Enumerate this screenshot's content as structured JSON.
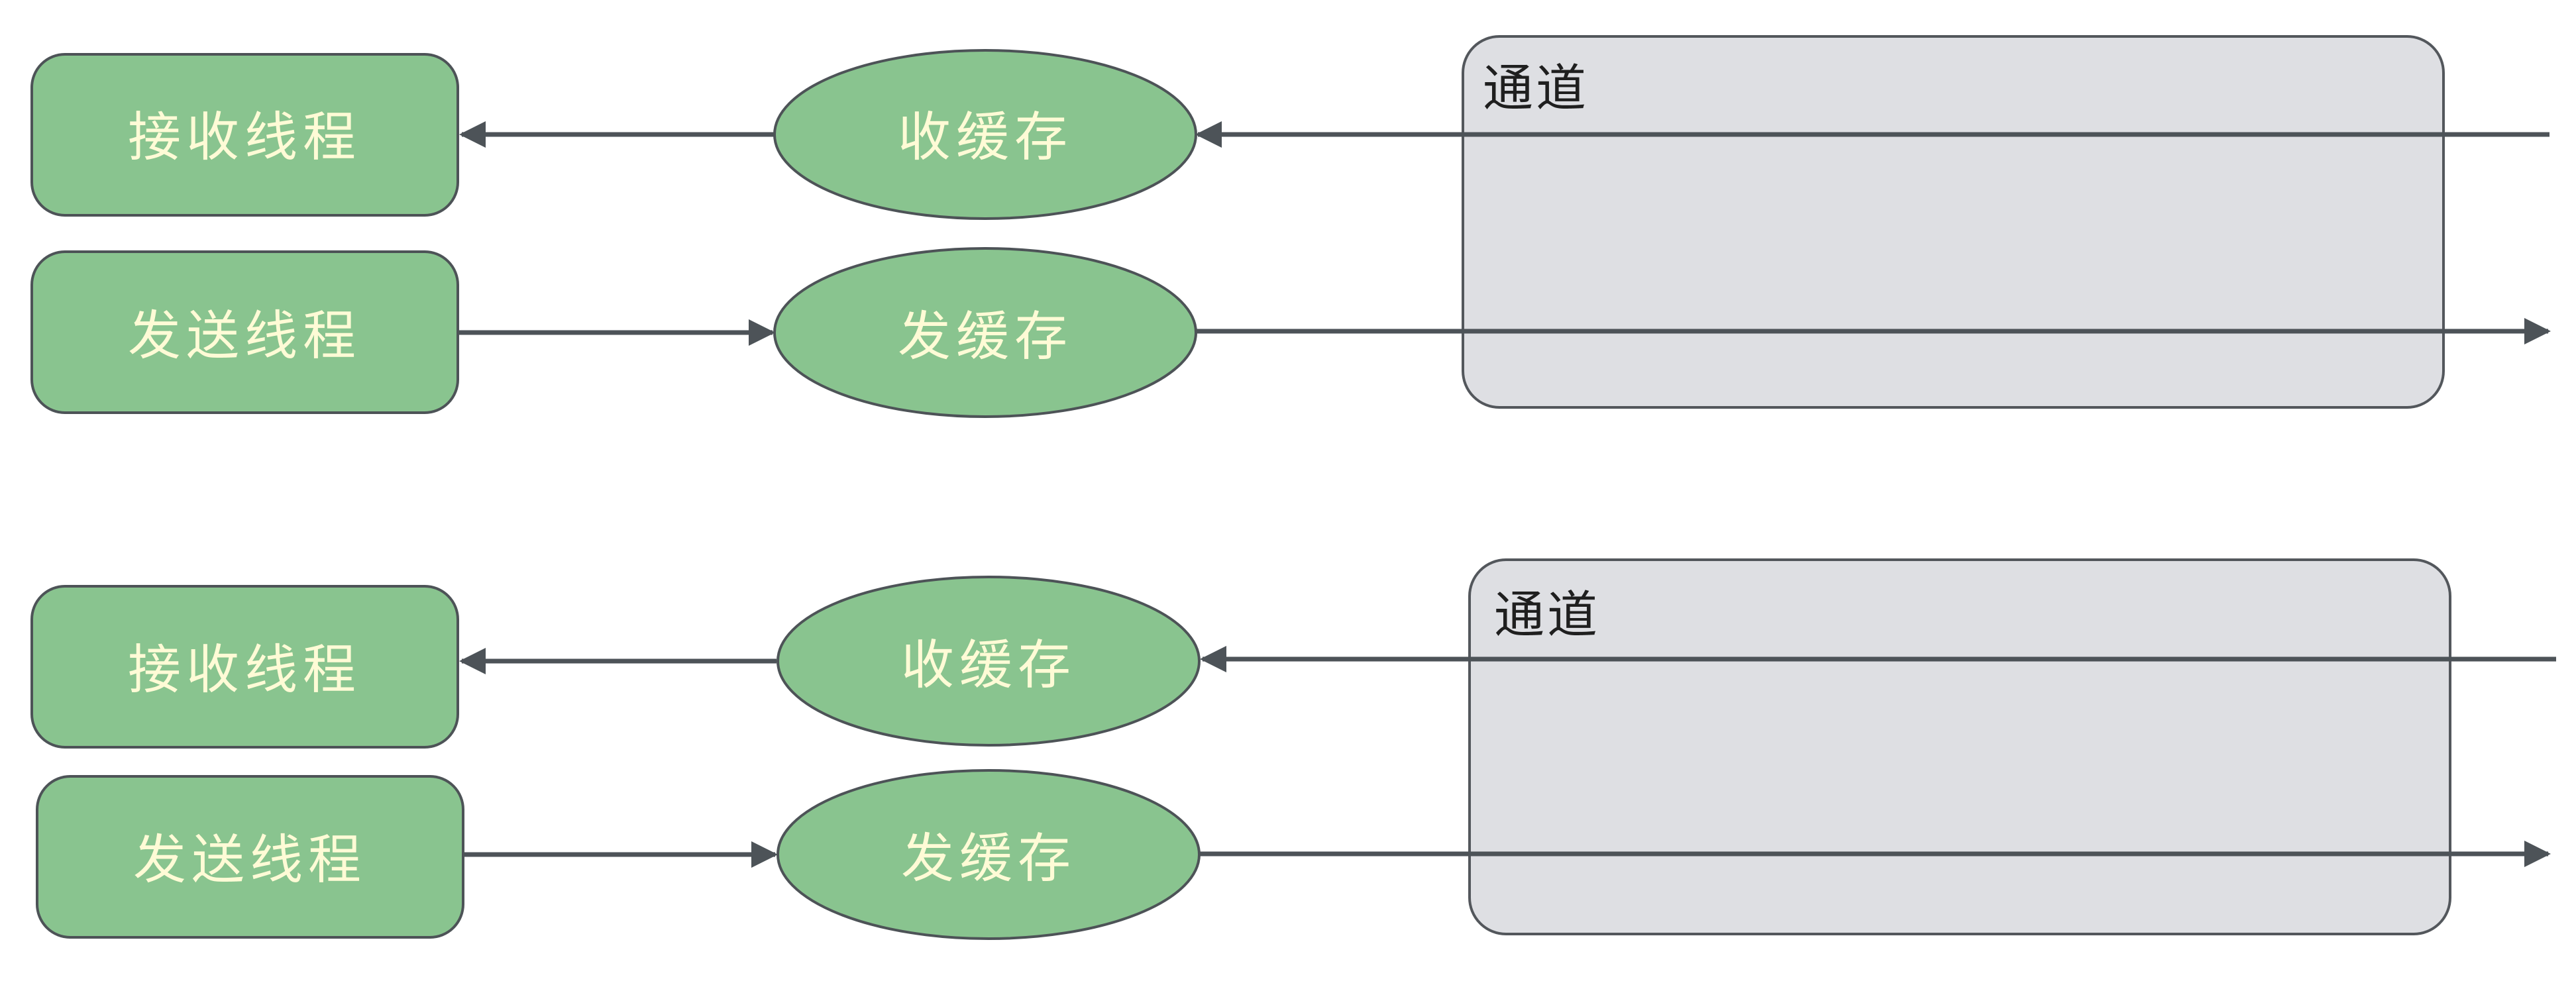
{
  "colors": {
    "node_fill": "#89C48F",
    "node_stroke": "#4D5357",
    "node_text": "#FFFBD6",
    "channel_fill": "#DEDFE3",
    "channel_stroke": "#53575C",
    "channel_text": "#1F1F1F",
    "line": "#4D5358"
  },
  "top_group": {
    "receive_thread": "接收线程",
    "send_thread": "发送线程",
    "receive_buffer": "收缓存",
    "send_buffer": "发缓存",
    "channel": "通道"
  },
  "bottom_group": {
    "receive_thread": "接收线程",
    "send_thread": "发送线程",
    "receive_buffer": "收缓存",
    "send_buffer": "发缓存",
    "channel": "通道"
  }
}
